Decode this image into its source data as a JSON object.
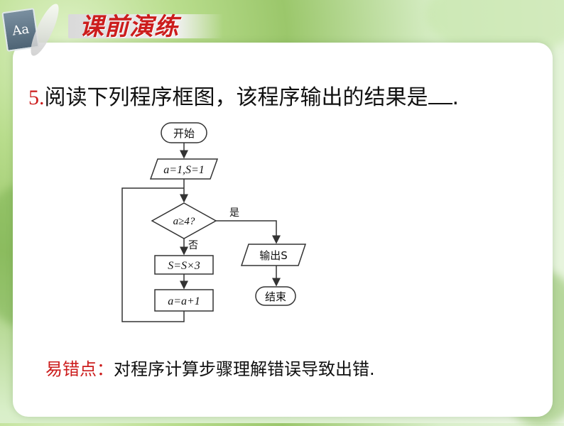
{
  "header": {
    "title": "课前演练",
    "icon_text": "Aa"
  },
  "question": {
    "number": "5.",
    "text": "阅读下列程序框图，该程序输出的结果是",
    "end": "."
  },
  "flowchart": {
    "start": "开始",
    "init": "a=1,S=1",
    "decision": "a≥4?",
    "yes": "是",
    "no": "否",
    "step1": "S=S×3",
    "step2": "a=a+1",
    "output": "输出S",
    "end": "结束"
  },
  "note": {
    "label": "易错点：",
    "text": "对程序计算步骤理解错误导致出错."
  },
  "colors": {
    "accent_red": "#cc1d1d",
    "background_green": "#9bc76b"
  }
}
